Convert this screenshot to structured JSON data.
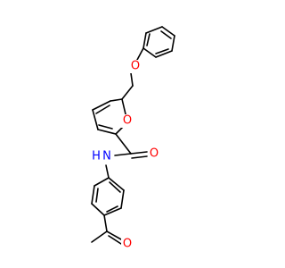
{
  "molecule": {
    "atoms": {
      "O_ether": {
        "label": "O",
        "color": "#ff0000"
      },
      "O_furan": {
        "label": "O",
        "color": "#ff0000"
      },
      "O_amide": {
        "label": "O",
        "color": "#ff0000"
      },
      "N_amide": {
        "label": "N",
        "color": "#0000ff"
      },
      "H_amide": {
        "label": "H",
        "color": "#0000ff"
      },
      "O_acetyl": {
        "label": "O",
        "color": "#ff0000"
      }
    }
  }
}
